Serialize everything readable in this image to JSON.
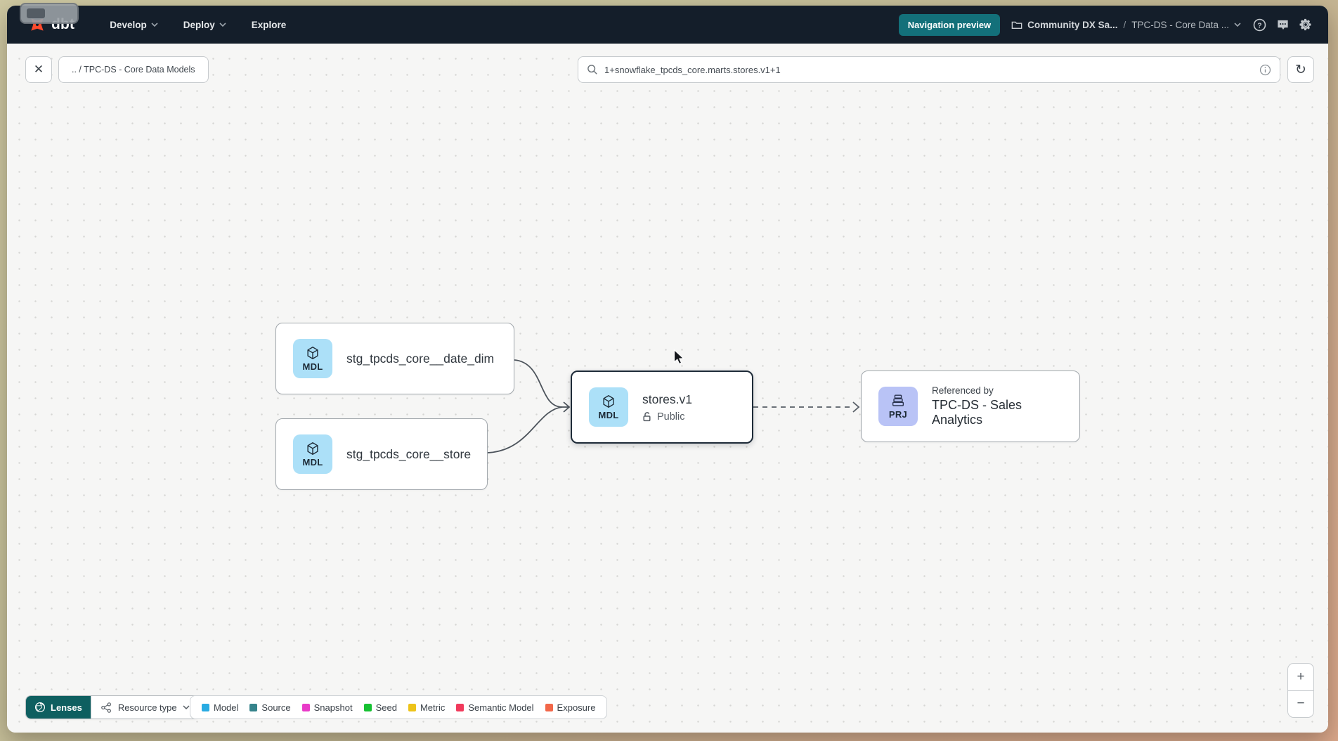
{
  "navbar": {
    "brand": "dbt",
    "menus": [
      {
        "label": "Develop"
      },
      {
        "label": "Deploy"
      },
      {
        "label": "Explore"
      }
    ],
    "preview_badge": "Navigation preview",
    "breadcrumb": {
      "project": "Community DX Sa...",
      "separator": "/",
      "item": "TPC-DS - Core Data ..."
    }
  },
  "toolbar": {
    "path_chip": ".. / TPC-DS - Core Data Models",
    "search_value": "1+snowflake_tpcds_core.marts.stores.v1+1",
    "close_glyph": "✕",
    "refresh_glyph": "↻"
  },
  "graph": {
    "nodes": [
      {
        "badge": "MDL",
        "title": "stg_tpcds_core__date_dim",
        "badge_color": "#ace0f8"
      },
      {
        "badge": "MDL",
        "title": "stg_tpcds_core__store",
        "badge_color": "#ace0f8"
      },
      {
        "badge": "MDL",
        "title": "stores.v1",
        "subtitle": "Public",
        "badge_color": "#ace0f8"
      },
      {
        "badge": "PRJ",
        "eyebrow": "Referenced by",
        "title": "TPC-DS - Sales Analytics",
        "badge_color": "#b9c3f6"
      }
    ]
  },
  "footer": {
    "lenses_label": "Lenses",
    "resource_type_label": "Resource type",
    "legend": [
      {
        "label": "Model",
        "color": "#29abe2"
      },
      {
        "label": "Source",
        "color": "#35838b"
      },
      {
        "label": "Snapshot",
        "color": "#e93bc8"
      },
      {
        "label": "Seed",
        "color": "#16c132"
      },
      {
        "label": "Metric",
        "color": "#edc319"
      },
      {
        "label": "Semantic Model",
        "color": "#f13a5c"
      },
      {
        "label": "Exposure",
        "color": "#f26749"
      }
    ]
  },
  "zoom_controls": {
    "zoom_in": "+",
    "zoom_out": "−"
  }
}
